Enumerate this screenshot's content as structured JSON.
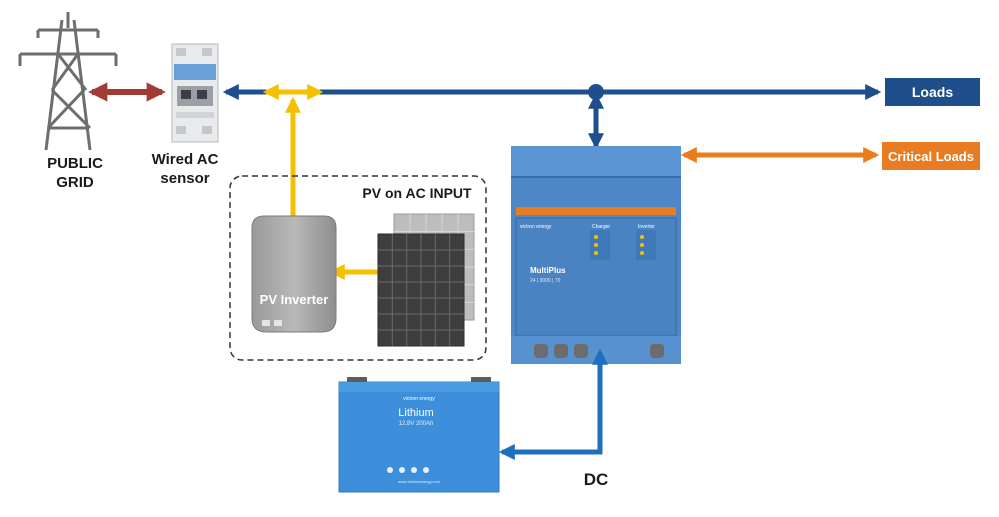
{
  "labels": {
    "public_grid": [
      "PUBLIC",
      "GRID"
    ],
    "ac_sensor": [
      "Wired AC",
      "sensor"
    ],
    "pv_group": "PV on AC INPUT",
    "pv_inverter": "PV Inverter",
    "dc": "DC"
  },
  "targets": {
    "loads": "Loads",
    "critical_loads": "Critical Loads"
  },
  "devices": {
    "multiplus": {
      "brand": "victron energy",
      "name": "MultiPlus",
      "spec": "24 | 3000 | 70",
      "section_left": "Charger",
      "section_right": "Inverter"
    },
    "battery": {
      "brand": "victron energy",
      "name": "Lithium",
      "spec": "12,8V 200Ah",
      "website": "www.victronenergy.com"
    }
  },
  "colors": {
    "ac_line": "#1f4e8c",
    "grid_link": "#a23b35",
    "pv_line": "#f5c000",
    "critical_line": "#ea7c1e",
    "dc_line": "#1f6fc0",
    "loads_box": "#1f4e8c",
    "critical_box": "#e77c23",
    "multiplus_body": "#4d87c7",
    "battery_body": "#3d8fdb"
  }
}
